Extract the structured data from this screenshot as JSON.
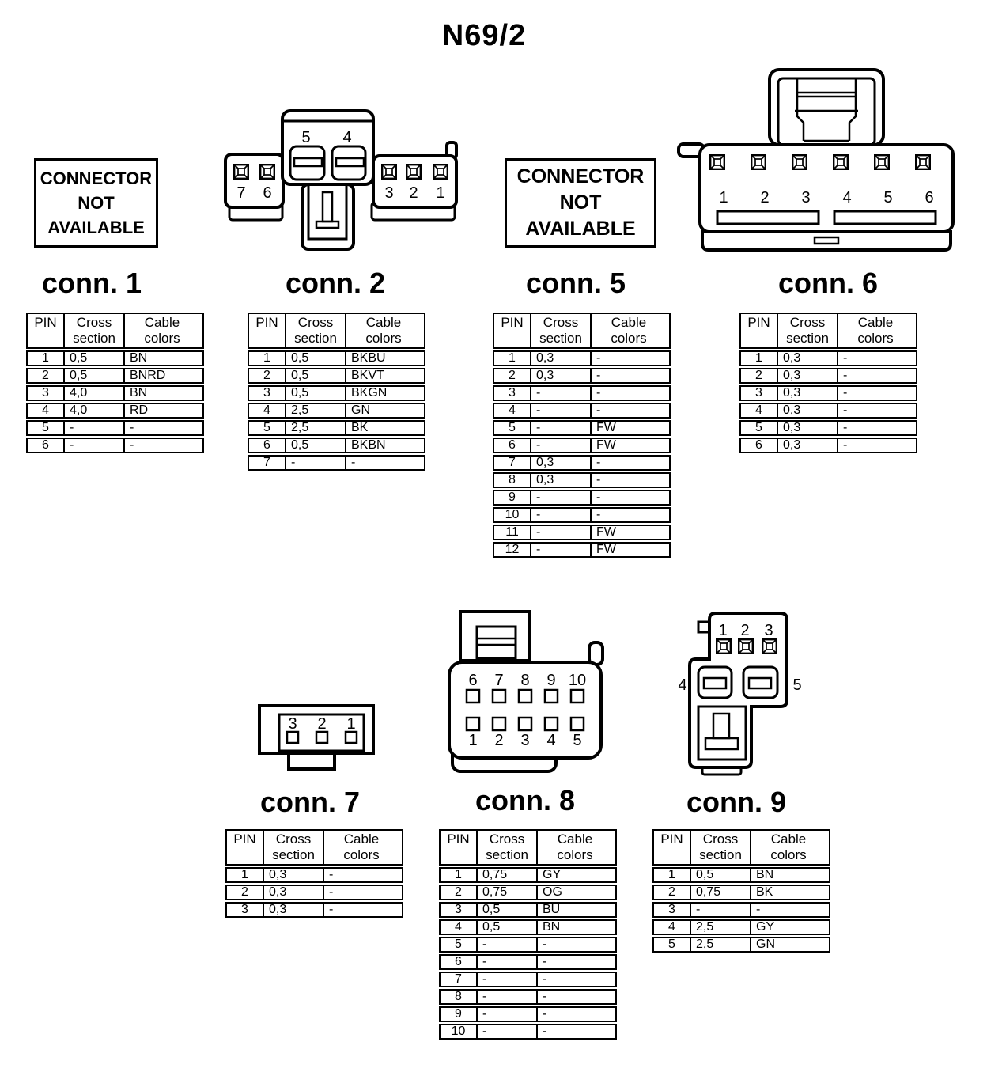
{
  "title": "N69/2",
  "not_available": {
    "line1": "CONNECTOR",
    "line2": "NOT",
    "line3": "AVAILABLE"
  },
  "table_headers": {
    "pin": "PIN",
    "cross": "Cross\nsection",
    "colors": "Cable\ncolors"
  },
  "connectors": [
    {
      "id": "conn1",
      "label": "conn. 1",
      "available": false,
      "rows": [
        [
          "1",
          "0,5",
          "BN"
        ],
        [
          "2",
          "0,5",
          "BNRD"
        ],
        [
          "3",
          "4,0",
          "BN"
        ],
        [
          "4",
          "4,0",
          "RD"
        ],
        [
          "5",
          "-",
          "-"
        ],
        [
          "6",
          "-",
          "-"
        ]
      ]
    },
    {
      "id": "conn2",
      "label": "conn. 2",
      "available": true,
      "pins_top": [
        "5",
        "4"
      ],
      "pins_left": [
        "7",
        "6"
      ],
      "pins_right": [
        "3",
        "2",
        "1"
      ],
      "rows": [
        [
          "1",
          "0,5",
          "BKBU"
        ],
        [
          "2",
          "0,5",
          "BKVT"
        ],
        [
          "3",
          "0,5",
          "BKGN"
        ],
        [
          "4",
          "2,5",
          "GN"
        ],
        [
          "5",
          "2,5",
          "BK"
        ],
        [
          "6",
          "0,5",
          "BKBN"
        ],
        [
          "7",
          "-",
          "-"
        ]
      ]
    },
    {
      "id": "conn5",
      "label": "conn. 5",
      "available": false,
      "rows": [
        [
          "1",
          "0,3",
          "-"
        ],
        [
          "2",
          "0,3",
          "-"
        ],
        [
          "3",
          "-",
          "-"
        ],
        [
          "4",
          "-",
          "-"
        ],
        [
          "5",
          "-",
          "FW"
        ],
        [
          "6",
          "-",
          "FW"
        ],
        [
          "7",
          "0,3",
          "-"
        ],
        [
          "8",
          "0,3",
          "-"
        ],
        [
          "9",
          "-",
          "-"
        ],
        [
          "10",
          "-",
          "-"
        ],
        [
          "11",
          "-",
          "FW"
        ],
        [
          "12",
          "-",
          "FW"
        ]
      ]
    },
    {
      "id": "conn6",
      "label": "conn. 6",
      "available": true,
      "pins": [
        "1",
        "2",
        "3",
        "4",
        "5",
        "6"
      ],
      "rows": [
        [
          "1",
          "0,3",
          "-"
        ],
        [
          "2",
          "0,3",
          "-"
        ],
        [
          "3",
          "0,3",
          "-"
        ],
        [
          "4",
          "0,3",
          "-"
        ],
        [
          "5",
          "0,3",
          "-"
        ],
        [
          "6",
          "0,3",
          "-"
        ]
      ]
    },
    {
      "id": "conn7",
      "label": "conn. 7",
      "available": true,
      "pins": [
        "3",
        "2",
        "1"
      ],
      "rows": [
        [
          "1",
          "0,3",
          "-"
        ],
        [
          "2",
          "0,3",
          "-"
        ],
        [
          "3",
          "0,3",
          "-"
        ]
      ]
    },
    {
      "id": "conn8",
      "label": "conn. 8",
      "available": true,
      "pins_top": [
        "6",
        "7",
        "8",
        "9",
        "10"
      ],
      "pins_bottom": [
        "1",
        "2",
        "3",
        "4",
        "5"
      ],
      "rows": [
        [
          "1",
          "0,75",
          "GY"
        ],
        [
          "2",
          "0,75",
          "OG"
        ],
        [
          "3",
          "0,5",
          "BU"
        ],
        [
          "4",
          "0,5",
          "BN"
        ],
        [
          "5",
          "-",
          "-"
        ],
        [
          "6",
          "-",
          "-"
        ],
        [
          "7",
          "-",
          "-"
        ],
        [
          "8",
          "-",
          "-"
        ],
        [
          "9",
          "-",
          "-"
        ],
        [
          "10",
          "-",
          "-"
        ]
      ]
    },
    {
      "id": "conn9",
      "label": "conn. 9",
      "available": true,
      "pins_top": [
        "1",
        "2",
        "3"
      ],
      "pin_left": "4",
      "pin_right": "5",
      "rows": [
        [
          "1",
          "0,5",
          "BN"
        ],
        [
          "2",
          "0,75",
          "BK"
        ],
        [
          "3",
          "-",
          "-"
        ],
        [
          "4",
          "2,5",
          "GY"
        ],
        [
          "5",
          "2,5",
          "GN"
        ]
      ]
    }
  ],
  "colors": {
    "ink": "#000000",
    "paper": "#ffffff"
  }
}
